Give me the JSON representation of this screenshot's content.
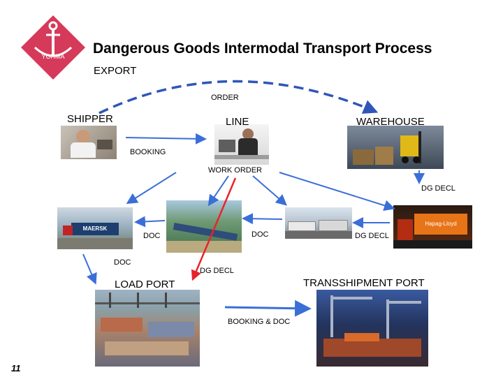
{
  "logo": {
    "text": "YOHMA"
  },
  "title": "Dangerous Goods Intermodal Transport Process",
  "subtitle": "EXPORT",
  "nodes": {
    "shipper": "SHIPPER",
    "line": "LINE",
    "warehouse": "WAREHOUSE",
    "load_port": "LOAD PORT",
    "transshipment_port": "TRANSSHIPMENT PORT"
  },
  "edges": {
    "order": "ORDER",
    "booking": "BOOKING",
    "work_order": "WORK ORDER",
    "dg_decl_right": "DG DECL",
    "doc_left": "DOC",
    "doc_middle": "DOC",
    "dg_decl_mid": "DG DECL",
    "doc_down": "DOC",
    "dg_decl_center": "DG DECL",
    "booking_doc": "BOOKING & DOC"
  },
  "photos": {
    "truck_text": "MAERSK",
    "container_text": "Hapag-Lloyd"
  },
  "page_number": "11",
  "colors": {
    "arrow": "#3a6fd8",
    "dashed": "#2f56b8",
    "red_arrow": "#e8242a",
    "logo": "#d63a5a"
  }
}
